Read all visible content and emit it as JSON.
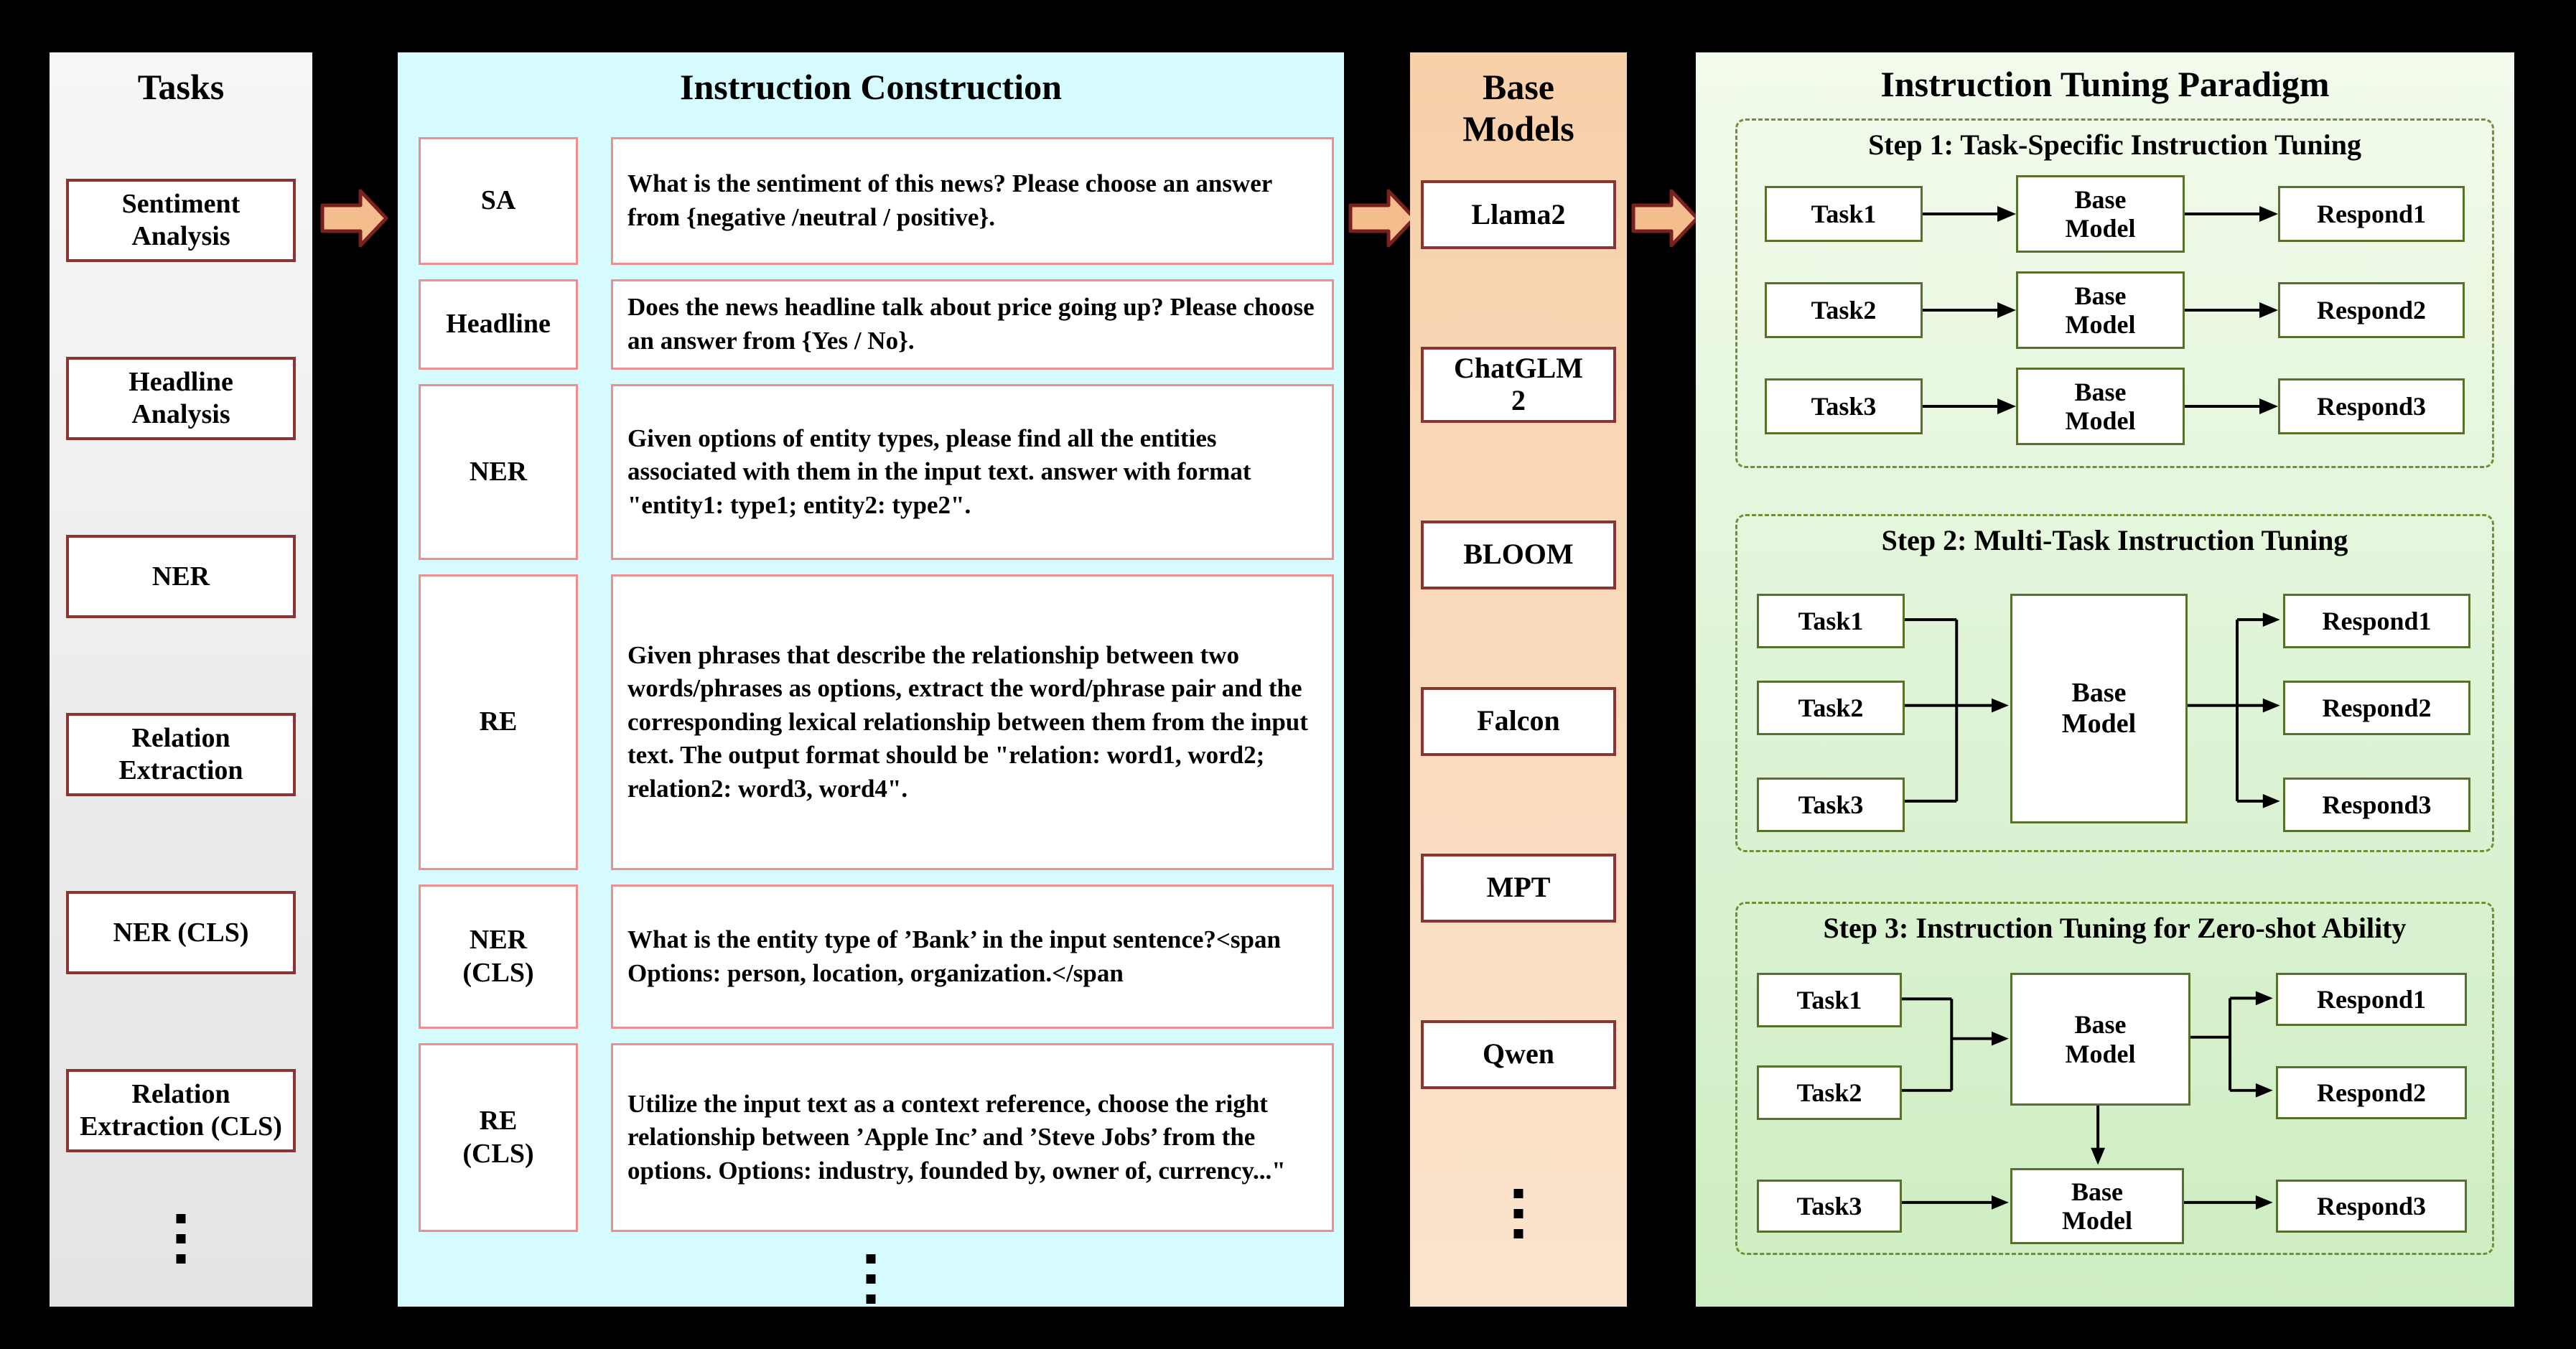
{
  "tasks_panel": {
    "title": "Tasks",
    "items": [
      "Sentiment Analysis",
      "Headline Analysis",
      "NER",
      "Relation Extraction",
      "NER (CLS)",
      "Relation Extraction (CLS)"
    ]
  },
  "instruction_panel": {
    "title": "Instruction Construction",
    "rows": [
      {
        "label": "SA",
        "text": "What is the sentiment of this news? Please choose an answer from {negative /neutral / positive}."
      },
      {
        "label": "Headline",
        "text": "Does the news headline talk about price going up? Please choose an answer from {Yes / No}."
      },
      {
        "label": "NER",
        "text": "Given options of entity types, please find all the entities associated with them in the input text. answer with format \"entity1: type1; entity2: type2\"."
      },
      {
        "label": "RE",
        "text": "Given phrases that describe the relationship between two words/phrases as options, extract the word/phrase pair and the corresponding lexical relationship between them from the input text. The output format should be \"relation: word1, word2; relation2: word3, word4\"."
      },
      {
        "label": "NER\n(CLS)",
        "text": "What is the entity type of ’Bank’ in the input sentence?<span Options: person, location, organization.</span"
      },
      {
        "label": "RE\n(CLS)",
        "text": "Utilize the input text as a context reference, choose the right relationship between ’Apple Inc’ and ’Steve Jobs’ from the options. Options: industry, founded by, owner of, currency...\""
      }
    ]
  },
  "models_panel": {
    "title": "Base\nModels",
    "items": [
      "Llama2",
      "ChatGLM\n2",
      "BLOOM",
      "Falcon",
      "MPT",
      "Qwen"
    ]
  },
  "paradigm_panel": {
    "title": "Instruction Tuning Paradigm",
    "base_model_label": "Base\nModel",
    "steps": [
      {
        "title": "Step 1: Task-Specific Instruction Tuning",
        "tasks": [
          "Task1",
          "Task2",
          "Task3"
        ],
        "responds": [
          "Respond1",
          "Respond2",
          "Respond3"
        ]
      },
      {
        "title": "Step 2: Multi-Task Instruction Tuning",
        "tasks": [
          "Task1",
          "Task2",
          "Task3"
        ],
        "responds": [
          "Respond1",
          "Respond2",
          "Respond3"
        ]
      },
      {
        "title": "Step 3: Instruction Tuning for Zero-shot Ability",
        "tasks": [
          "Task1",
          "Task2",
          "Task3"
        ],
        "responds": [
          "Respond1",
          "Respond2",
          "Respond3"
        ]
      }
    ]
  },
  "colors": {
    "background": "#000000",
    "tasks_panel_bg": "#e4e4e4",
    "instruction_panel_bg": "#d6fbfe",
    "models_panel_bg": "#f8d0aa",
    "paradigm_panel_bg": "#cdedc2",
    "dark_red_border": "#8c3434",
    "salmon_border": "#ef8e8e",
    "olive_dashed": "#6d9030",
    "olive_box": "#55712a",
    "arrow_fill": "#f3bd8e",
    "arrow_outline": "#7a2020"
  }
}
